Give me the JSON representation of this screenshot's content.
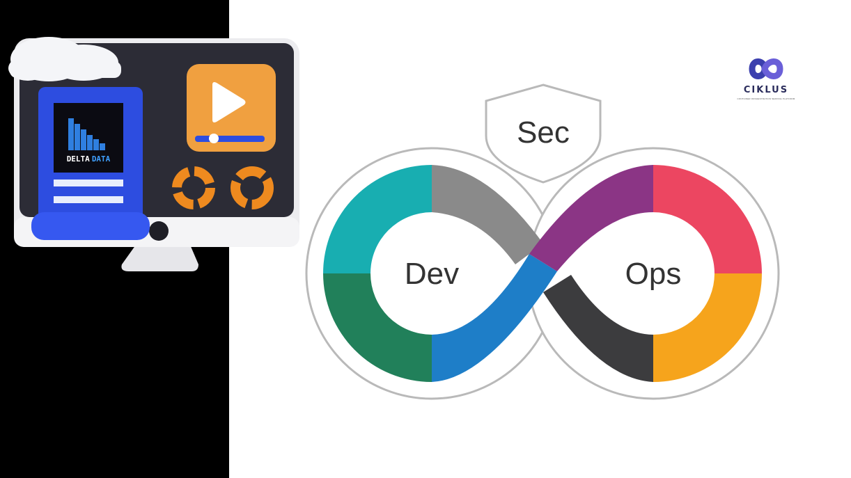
{
  "illustration": {
    "screen_logo_word1": "DELTA",
    "screen_logo_word2": "DATA",
    "icons": [
      "cloud-icon",
      "document-icon",
      "play-icon",
      "donut-chart-icon"
    ]
  },
  "brand": {
    "name": "CIKLUS",
    "tagline": "CONTAINER ORCHESTRATION SERVICE PLATFORM",
    "accent_color": "#3b3fae"
  },
  "diagram": {
    "top_label": "Sec",
    "left_label": "Dev",
    "right_label": "Ops",
    "colors": {
      "teal": "#18aeb1",
      "green": "#21805a",
      "gray": "#8a8a8a",
      "blue": "#1e7ec8",
      "purple": "#8b3585",
      "pink": "#ec4661",
      "dark": "#3c3c3e",
      "orange": "#f6a41c"
    }
  }
}
